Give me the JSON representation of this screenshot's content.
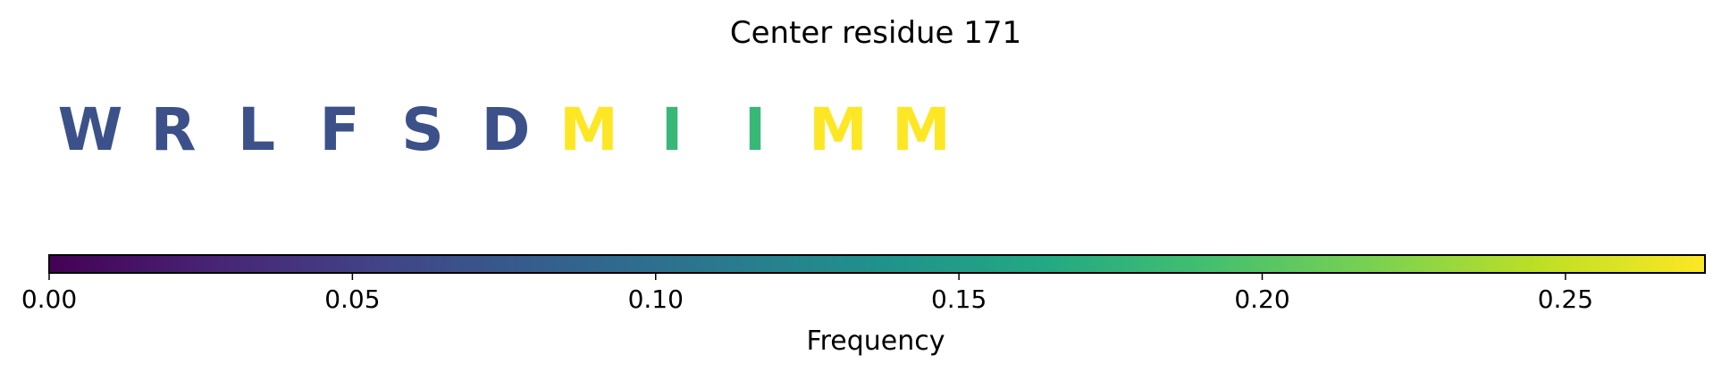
{
  "chart_data": {
    "type": "sequence-colorbar",
    "title": "Center residue 171",
    "residues": [
      {
        "letter": "W",
        "frequency": 0.067
      },
      {
        "letter": "R",
        "frequency": 0.067
      },
      {
        "letter": "L",
        "frequency": 0.067
      },
      {
        "letter": "F",
        "frequency": 0.067
      },
      {
        "letter": "S",
        "frequency": 0.067
      },
      {
        "letter": "D",
        "frequency": 0.067
      },
      {
        "letter": "M",
        "frequency": 0.273
      },
      {
        "letter": "I",
        "frequency": 0.182
      },
      {
        "letter": "I",
        "frequency": 0.182
      },
      {
        "letter": "M",
        "frequency": 0.273
      },
      {
        "letter": "M",
        "frequency": 0.273
      }
    ],
    "colorbar": {
      "label": "Frequency",
      "colormap": "viridis",
      "range": [
        0.0,
        0.273
      ],
      "ticks": [
        0.0,
        0.05,
        0.1,
        0.15,
        0.2,
        0.25
      ],
      "tick_labels": [
        "0.00",
        "0.05",
        "0.10",
        "0.15",
        "0.20",
        "0.25"
      ]
    }
  }
}
